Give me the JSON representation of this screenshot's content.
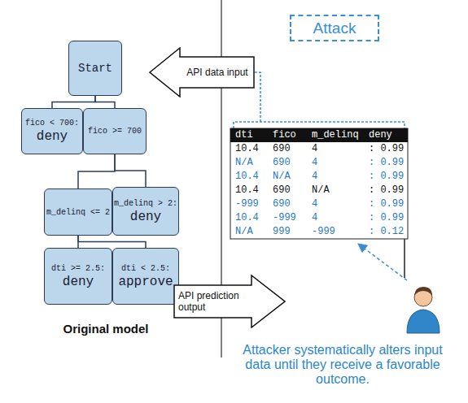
{
  "diagram": {
    "nodes": [
      {
        "text": [
          "Start"
        ]
      },
      {
        "text": [
          "fico < 700:",
          "deny"
        ]
      },
      {
        "text": [
          "fico >= 700"
        ]
      },
      {
        "text": [
          "m_delinq <= 2"
        ]
      },
      {
        "text": [
          "m_delinq > 2:",
          "deny"
        ]
      },
      {
        "text": [
          "dti >= 2.5:",
          "deny"
        ]
      },
      {
        "text": [
          "dti < 2.5:",
          "approve"
        ]
      },
      {
        "text": [
          "Attack"
        ]
      },
      {
        "text": [
          "API data input"
        ]
      },
      {
        "text": [
          "API prediction output"
        ]
      }
    ],
    "edges": [
      {
        "from": 0,
        "to": 1,
        "arrow": "none"
      },
      {
        "from": 0,
        "to": 2,
        "arrow": "none"
      },
      {
        "from": 2,
        "to": 3,
        "arrow": "none"
      },
      {
        "from": 2,
        "to": 4,
        "arrow": "none"
      },
      {
        "from": 3,
        "to": 5,
        "arrow": "none"
      },
      {
        "from": 3,
        "to": 6,
        "arrow": "none"
      }
    ],
    "labels": [
      "Original model",
      "dti",
      "fico",
      "m_delinq",
      "deny",
      "10.4",
      "690",
      "4",
      ": 0.99",
      "N/A",
      "690",
      "4",
      ": 0.99",
      "10.4",
      "N/A",
      "4",
      ": 0.99",
      "10.4",
      "690",
      "N/A",
      ": 0.99",
      "-999",
      "690",
      "4",
      ": 0.99",
      "10.4",
      "-999",
      "4",
      ": 0.99",
      "N/A",
      "999",
      "-999",
      ": 0.12",
      "Attacker systematically alters input data until they receive a favorable outcome."
    ]
  }
}
